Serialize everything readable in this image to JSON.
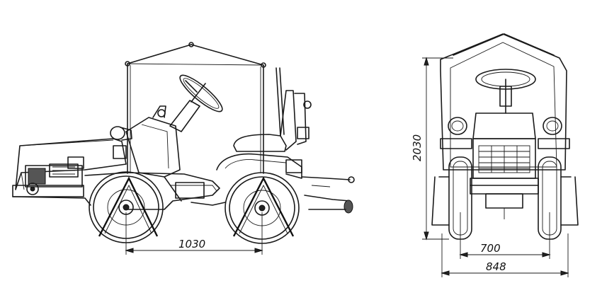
{
  "figure": {
    "side_view": {
      "wheelbase_label": "1030"
    },
    "front_view": {
      "height_label": "2030",
      "track_label": "700",
      "overall_width_label": "848"
    }
  }
}
